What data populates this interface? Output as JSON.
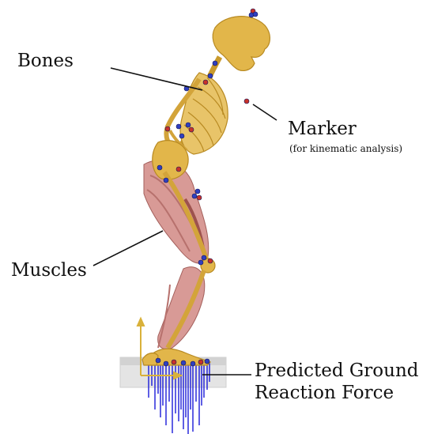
{
  "labels": {
    "bones": "Bones",
    "marker": "Marker",
    "marker_note": "(for kinematic analysis)",
    "muscles": "Muscles",
    "grf_line1": "Predicted Ground",
    "grf_line2": "Reaction Force"
  },
  "colors": {
    "bone": "#e2b64a",
    "bone_shadow": "#b88a22",
    "muscle": "#d89a96",
    "muscle_dark": "#b7716d",
    "marker_blue": "#2f3fbf",
    "marker_red": "#c8322a",
    "force": "#1a1ad8",
    "axis_arrow": "#d9b13a",
    "platform": "#d9d9d9"
  }
}
